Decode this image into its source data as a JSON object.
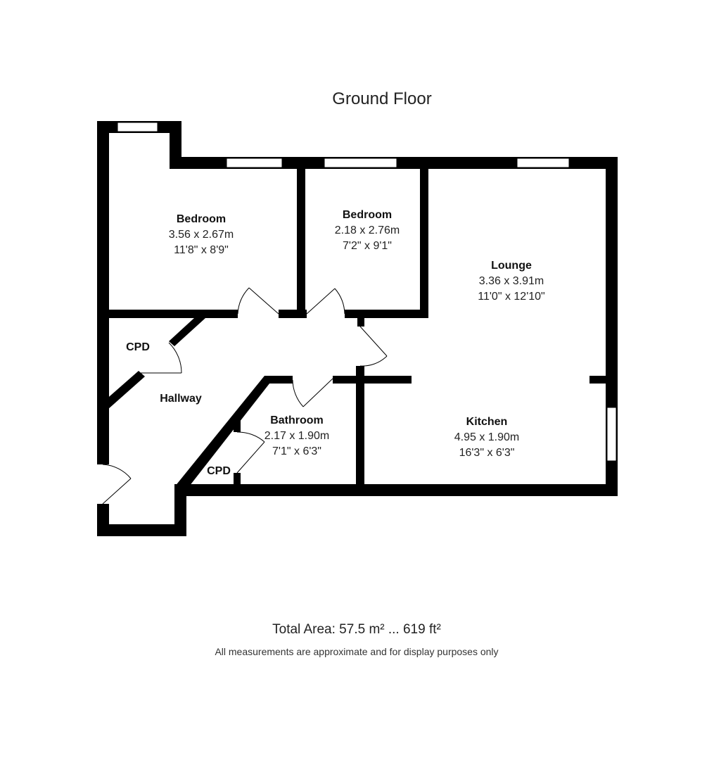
{
  "title": "Ground Floor",
  "rooms": {
    "bedroom1": {
      "name": "Bedroom",
      "metric": "3.56 x 2.67m",
      "imperial": "11'8\" x 8'9\""
    },
    "bedroom2": {
      "name": "Bedroom",
      "metric": "2.18 x 2.76m",
      "imperial": "7'2\" x 9'1\""
    },
    "lounge": {
      "name": "Lounge",
      "metric": "3.36 x 3.91m",
      "imperial": "11'0\" x 12'10\""
    },
    "kitchen": {
      "name": "Kitchen",
      "metric": "4.95 x 1.90m",
      "imperial": "16'3\" x 6'3\""
    },
    "bathroom": {
      "name": "Bathroom",
      "metric": "2.17 x 1.90m",
      "imperial": "7'1\" x 6'3\""
    },
    "hallway": {
      "name": "Hallway"
    }
  },
  "cupboards": {
    "cpd1": "CPD",
    "cpd2": "CPD"
  },
  "footer": {
    "total_area": "Total Area: 57.5 m² ... 619 ft²",
    "disclaimer": "All measurements are approximate and for display purposes only"
  },
  "colors": {
    "wall": "#000000",
    "background": "#ffffff"
  }
}
